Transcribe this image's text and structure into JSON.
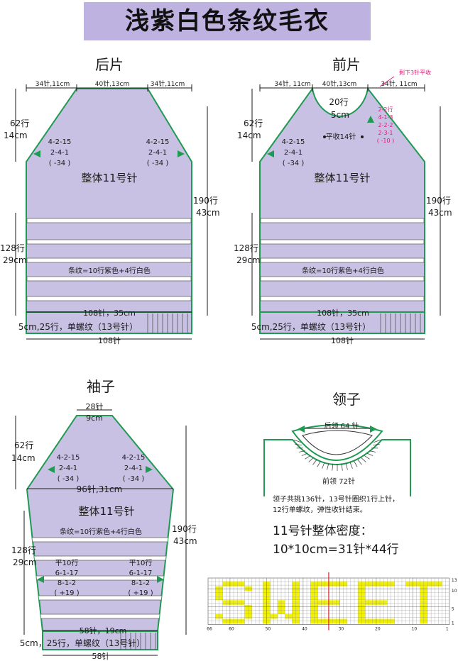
{
  "title": "浅紫白色条纹毛衣",
  "colors": {
    "purple": "#C9C1E3",
    "banner": "#BDB2E0",
    "green": "#1E9A52",
    "magenta": "#E5157A",
    "ink": "#1a1a1a",
    "yellow": "#F2F200",
    "red": "#D6202A"
  },
  "back": {
    "heading": "后片",
    "top_left": "34针,11cm",
    "top_mid": "40针,13cm",
    "top_right": "34针,11cm",
    "shoulder_rows": "62行",
    "shoulder_cm": "14cm",
    "dec_left": [
      "4-2-15",
      "2-4-1",
      "( -34 )"
    ],
    "dec_right": [
      "4-2-15",
      "2-4-1",
      "( -34 )"
    ],
    "needle": "整体11号针",
    "total_rows": "190行",
    "total_cm": "43cm",
    "body_rows": "128行",
    "body_cm": "29cm",
    "stripe_note": "条纹=10行紫色+4行白色",
    "hem_width": "108针，35cm",
    "rib_note": "5cm,25行，单螺纹（13号针）",
    "bottom": "108针"
  },
  "front": {
    "heading": "前片",
    "top_left": "34针, 11cm",
    "top_mid": "40针,13cm",
    "top_right": "34针, 11cm",
    "bind_off_note": "剩下3针平收",
    "neck_rows": "20行",
    "neck_cm": "5cm",
    "neck_center": "平收14针",
    "neck_dec": [
      "2-2行",
      "4-1-3",
      "2-2-2",
      "2-3-1",
      "( -10 )"
    ],
    "shoulder_rows": "62行",
    "shoulder_cm": "14cm",
    "dec_left": [
      "4-2-15",
      "2-4-1",
      "( -34 )"
    ],
    "needle": "整体11号针",
    "total_rows": "190行",
    "total_cm": "43cm",
    "body_rows": "128行",
    "body_cm": "29cm",
    "stripe_note": "条纹=10行紫色+4行白色",
    "hem_width": "108针，35cm",
    "rib_note": "5cm,25行，单螺纹（13号针）",
    "bottom": "108针"
  },
  "sleeve": {
    "heading": "袖子",
    "top_sts": "28针",
    "top_cm": "9cm",
    "cap_rows": "62行",
    "cap_cm": "14cm",
    "dec_left": [
      "4-2-15",
      "2-4-1",
      "( -34 )"
    ],
    "dec_right": [
      "4-2-15",
      "2-4-1",
      "( -34 )"
    ],
    "width": "96针,31cm",
    "needle": "整体11号针",
    "stripe_note": "条纹=10行紫色+4行白色",
    "total_rows": "190行",
    "total_cm": "43cm",
    "body_rows": "128行",
    "body_cm": "29cm",
    "inc_left": [
      "平10行",
      "6-1-17",
      "8-1-2",
      "( +19 )"
    ],
    "inc_right": [
      "平10行",
      "6-1-17",
      "8-1-2",
      "( +19 )"
    ],
    "cuff_width": "58针，19cm",
    "rib_note": "5cm，25行，单螺纹（13号针）",
    "bottom": "58针"
  },
  "collar": {
    "heading": "领子",
    "back_label": "后领 64 针",
    "front_label": "前领 72针",
    "note": [
      "领子共挑136针，13号针圈织1行上针，",
      "12行单螺纹，弹性收针结束。"
    ]
  },
  "gauge": {
    "line1": "11号针整体密度：",
    "line2": "10*10cm=31针*44行"
  },
  "chart": {
    "word": "SWEET",
    "x_ticks": [
      "66",
      "60",
      "50",
      "40",
      "30",
      "20",
      "10",
      "1"
    ],
    "y_ticks": [
      "13",
      "10",
      "5",
      "1"
    ]
  }
}
